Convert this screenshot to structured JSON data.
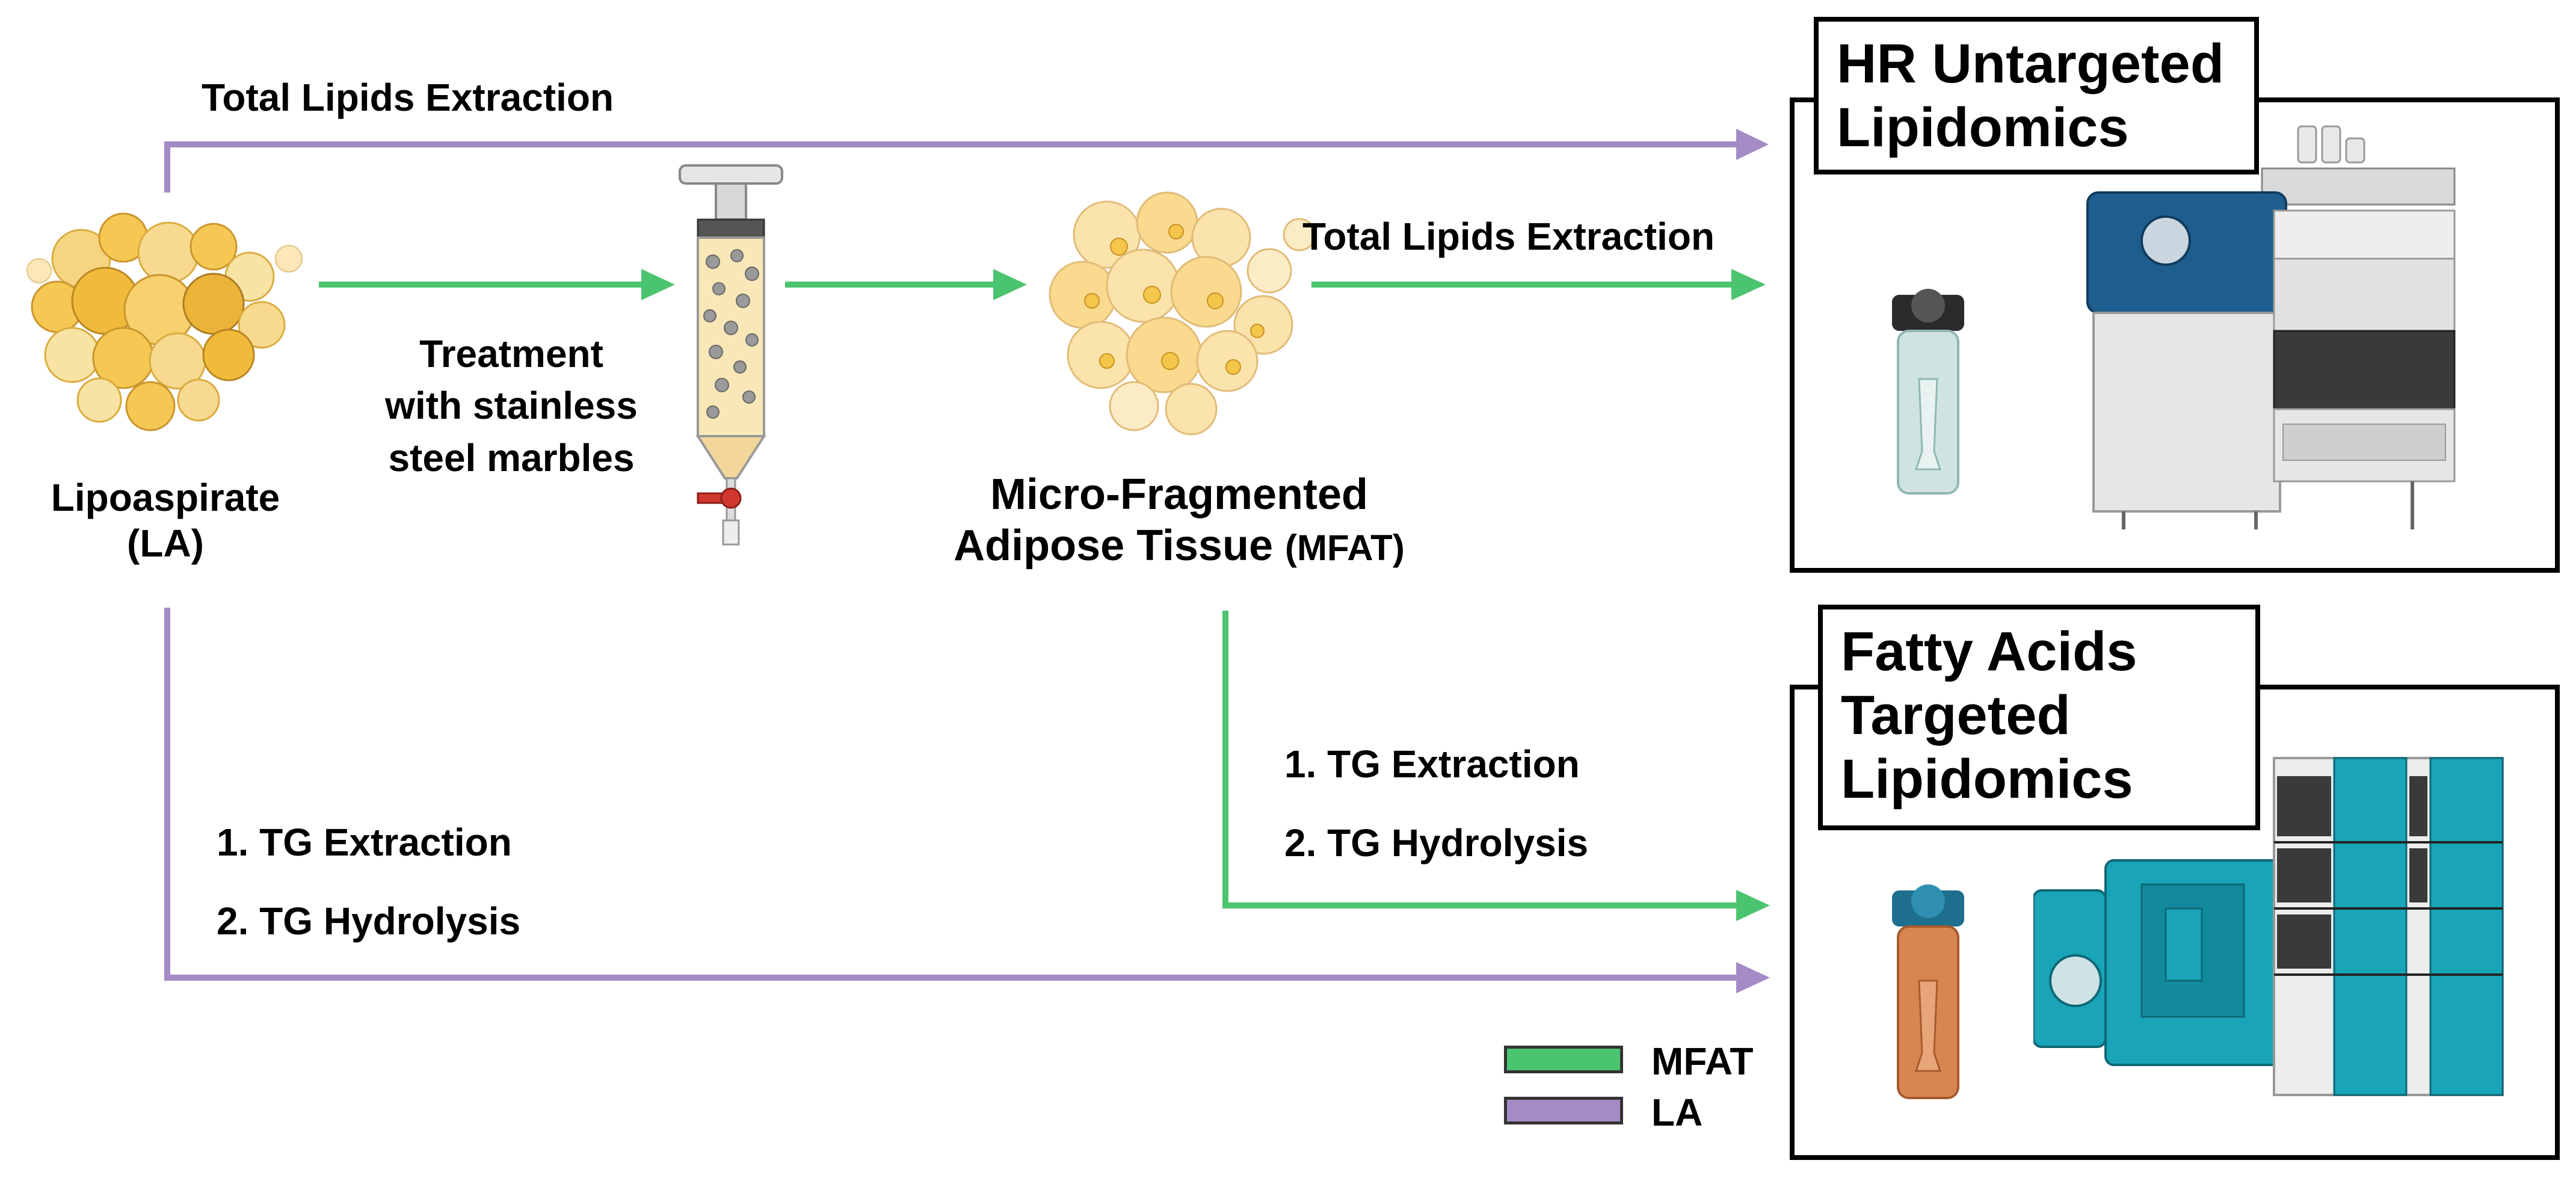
{
  "colors": {
    "mfat_green": "#4bc46f",
    "la_purple": "#a48ac6",
    "fat_yellow": "#f4c64a",
    "instrument_blue": "#1e5e8f",
    "instrument_teal": "#1aa4b8",
    "vial_amber": "#d98552"
  },
  "labels": {
    "total_lipids_top": "Total Lipids Extraction",
    "total_lipids_mid": "Total Lipids Extraction",
    "treatment_line1": "Treatment",
    "treatment_line2": "with stainless",
    "treatment_line3": "steel marbles",
    "la_line1": "Lipoaspirate",
    "la_line2": "(LA)",
    "mfat_line1": "Micro-Fragmented",
    "mfat_line2_main": "Adipose Tissue ",
    "mfat_line2_abbr": "(MFAT)",
    "la_step1": "1. TG Extraction",
    "la_step2": "2. TG Hydrolysis",
    "mfat_step1": "1. TG Extraction",
    "mfat_step2": "2. TG Hydrolysis"
  },
  "panels": {
    "untargeted_title_line1": "HR Untargeted",
    "untargeted_title_line2": "Lipidomics",
    "targeted_title_line1": "Fatty Acids",
    "targeted_title_line2": "Targeted",
    "targeted_title_line3": "Lipidomics"
  },
  "legend": [
    {
      "label": "MFAT",
      "color": "#4bc46f"
    },
    {
      "label": "LA",
      "color": "#a48ac6"
    }
  ],
  "icons": {
    "lipoaspirate": "fat-droplet-cluster-icon",
    "syringe": "syringe-with-marbles-icon",
    "mfat": "fragmented-adipose-icon",
    "vial_clear": "clear-vial-icon",
    "vial_amber": "amber-vial-icon",
    "hr_instrument": "hr-mass-spectrometer-icon",
    "fa_instrument": "lc-ms-instrument-icon"
  }
}
